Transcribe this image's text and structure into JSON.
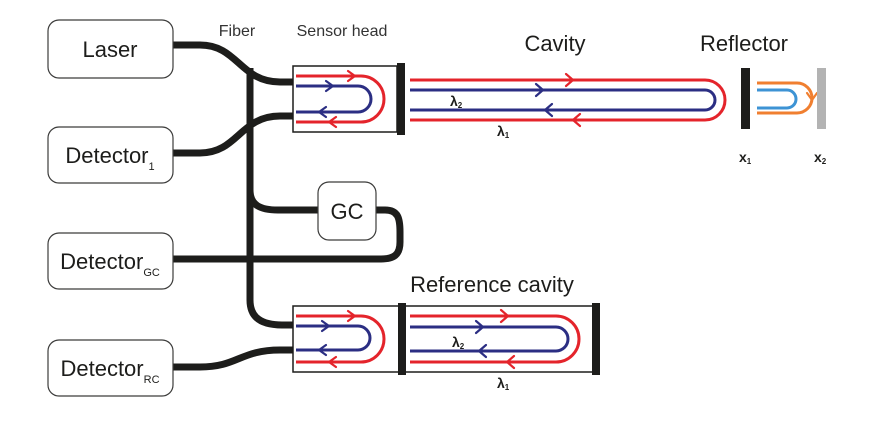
{
  "labels": {
    "fiber": "Fiber",
    "sensor_head": "Sensor head",
    "cavity": "Cavity",
    "reflector": "Reflector",
    "reference_cavity": "Reference cavity"
  },
  "boxes": {
    "laser": {
      "text": "Laser"
    },
    "detector_1": {
      "text": "Detector",
      "sub": "1"
    },
    "detector_gc": {
      "text": "Detector",
      "sub": "GC"
    },
    "detector_rc": {
      "text": "Detector",
      "sub": "RC"
    },
    "gc": {
      "text": "GC"
    }
  },
  "cavity_wavelengths": {
    "inner": {
      "symbol": "λ",
      "sub": "2"
    },
    "outer": {
      "symbol": "λ",
      "sub": "1"
    }
  },
  "reference_cavity_wavelengths": {
    "inner": {
      "symbol": "λ",
      "sub": "2"
    },
    "outer": {
      "symbol": "λ",
      "sub": "1"
    }
  },
  "reflector_positions": {
    "x1": {
      "symbol": "x",
      "sub": "1"
    },
    "x2": {
      "symbol": "x",
      "sub": "2"
    }
  },
  "colors": {
    "lambda_1_beam": "#e4242b",
    "lambda_2_beam": "#2b2e83",
    "shifted_outer_beam": "#f07f30",
    "shifted_inner_beam": "#3d93d4",
    "fiber": "#1d1d1b",
    "reflector": "#1d1d1b",
    "shifted_reflector": "#b3b3b3"
  }
}
